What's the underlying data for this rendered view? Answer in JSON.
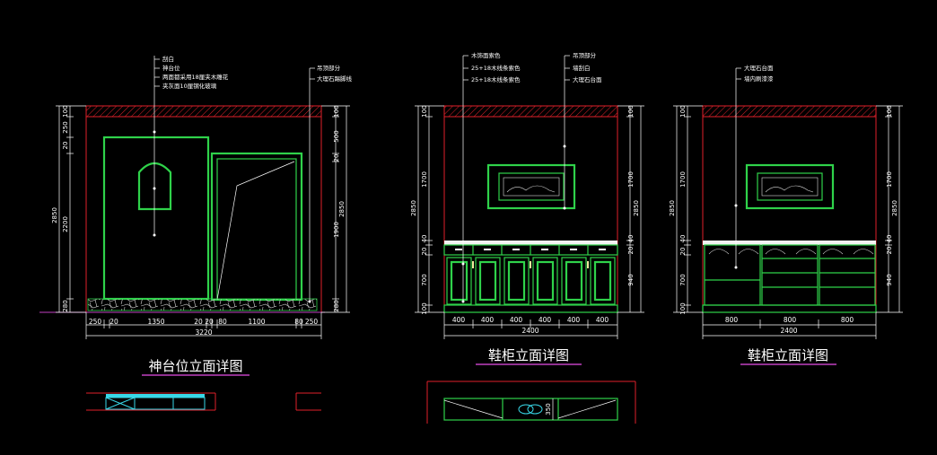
{
  "drawing_titles": {
    "shrine": "神台位立面详图",
    "shoe_cabinet_1": "鞋柜立面详图",
    "shoe_cabinet_2": "鞋柜立面详图"
  },
  "shrine_notes": {
    "left": [
      "刮白",
      "神台位",
      "两面都采用18厘夹木雕花",
      "夹灰面10厘钢化玻璃"
    ],
    "right": [
      "吊顶部分",
      "大理石踢脚线"
    ]
  },
  "shoe1_notes": {
    "left": [
      "木饰面索色",
      "25+18木线条索色",
      "25+18木线条索色"
    ],
    "right": [
      "吊顶部分",
      "墙刮白",
      "大理石台面"
    ]
  },
  "shoe2_notes": [
    "大理石台面",
    "墙内刷漆漆"
  ],
  "shrine_dims": {
    "left_total": "2850",
    "left_parts": [
      "100",
      "250",
      "20",
      "2200",
      "280"
    ],
    "right_total": "2850",
    "right_parts": [
      "100",
      "500",
      "20",
      "1900",
      "280"
    ],
    "bottom_parts": [
      "250",
      "20",
      "1350",
      "20",
      "20",
      "80",
      "1100",
      "80",
      "250"
    ],
    "bottom_total": "3220"
  },
  "shoe1_dims": {
    "left_total": "2850",
    "left_parts": [
      "100",
      "1700",
      "40",
      "20",
      "700",
      "100"
    ],
    "right_total": "2850",
    "right_parts": [
      "100",
      "1700",
      "40",
      "20",
      "940"
    ],
    "bottom_parts": [
      "400",
      "400",
      "400",
      "400",
      "400",
      "400"
    ],
    "bottom_total": "2400",
    "plan_dim": "350"
  },
  "shoe2_dims": {
    "left_total": "2850",
    "left_parts": [
      "100",
      "1700",
      "40",
      "20",
      "700",
      "100"
    ],
    "right_total": "2850",
    "right_parts": [
      "100",
      "1700",
      "40",
      "20",
      "940"
    ],
    "bottom_parts": [
      "800",
      "800",
      "800"
    ],
    "bottom_total": "2400"
  },
  "colors": {
    "frame_red": "#e0202a",
    "panel_green": "#2fd24a",
    "line_white": "#ffffff",
    "glass_cyan": "#38d8e8",
    "underline_magenta": "#c040c0"
  }
}
